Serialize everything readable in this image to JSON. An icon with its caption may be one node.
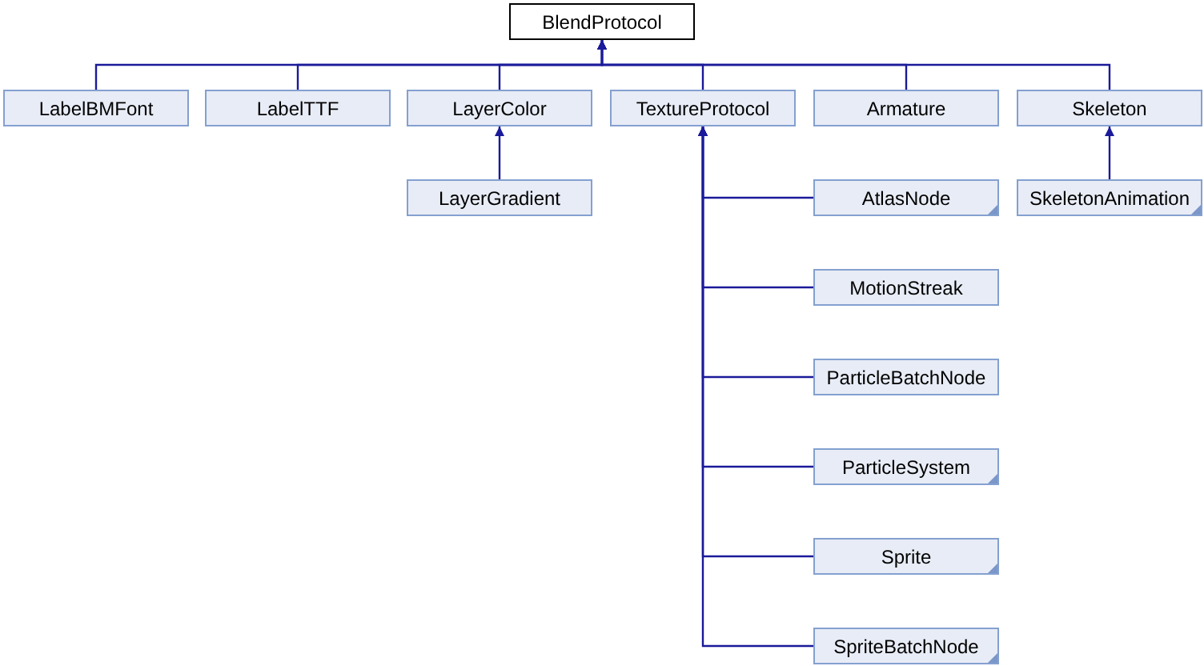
{
  "diagram": {
    "nodes": [
      {
        "text": [
          "BlendProtocol"
        ]
      },
      {
        "text": [
          "LabelBMFont"
        ]
      },
      {
        "text": [
          "LabelTTF"
        ]
      },
      {
        "text": [
          "LayerColor"
        ]
      },
      {
        "text": [
          "TextureProtocol"
        ]
      },
      {
        "text": [
          "Armature"
        ]
      },
      {
        "text": [
          "Skeleton"
        ]
      },
      {
        "text": [
          "LayerGradient"
        ]
      },
      {
        "text": [
          "AtlasNode"
        ]
      },
      {
        "text": [
          "SkeletonAnimation"
        ]
      },
      {
        "text": [
          "MotionStreak"
        ]
      },
      {
        "text": [
          "ParticleBatchNode"
        ]
      },
      {
        "text": [
          "ParticleSystem"
        ]
      },
      {
        "text": [
          "Sprite"
        ]
      },
      {
        "text": [
          "SpriteBatchNode"
        ]
      }
    ],
    "edges": [
      {
        "from": 1,
        "to": 0,
        "arrow": "to"
      },
      {
        "from": 2,
        "to": 0,
        "arrow": "to"
      },
      {
        "from": 3,
        "to": 0,
        "arrow": "to"
      },
      {
        "from": 4,
        "to": 0,
        "arrow": "to"
      },
      {
        "from": 5,
        "to": 0,
        "arrow": "to"
      },
      {
        "from": 6,
        "to": 0,
        "arrow": "to"
      },
      {
        "from": 7,
        "to": 3,
        "arrow": "to"
      },
      {
        "from": 8,
        "to": 4,
        "arrow": "to"
      },
      {
        "from": 9,
        "to": 6,
        "arrow": "to"
      },
      {
        "from": 10,
        "to": 4,
        "arrow": "to"
      },
      {
        "from": 11,
        "to": 4,
        "arrow": "to"
      },
      {
        "from": 12,
        "to": 4,
        "arrow": "to"
      },
      {
        "from": 13,
        "to": 4,
        "arrow": "to"
      },
      {
        "from": 14,
        "to": 4,
        "arrow": "to"
      }
    ]
  }
}
